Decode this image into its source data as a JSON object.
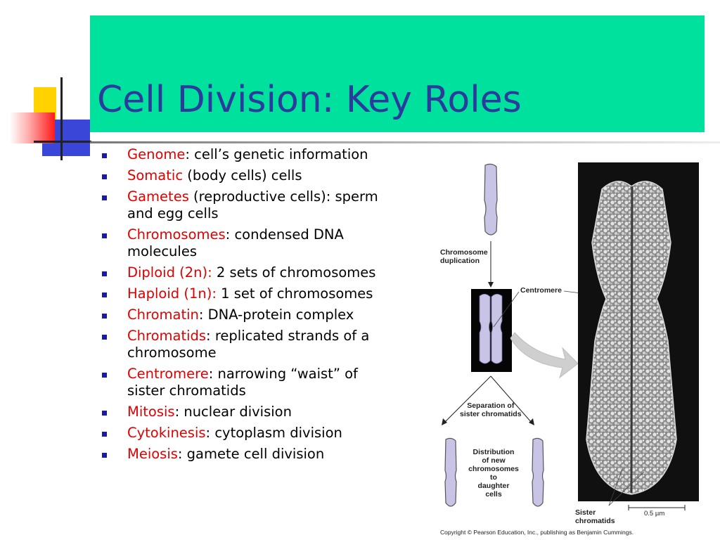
{
  "slide": {
    "title": "Cell Division:  Key Roles",
    "bullets": [
      {
        "term": "Genome",
        "rest": ":  cell’s genetic information"
      },
      {
        "term": "Somatic",
        "rest": " (body cells) cells"
      },
      {
        "term": "Gametes",
        "rest": " (reproductive cells): sperm and egg cells"
      },
      {
        "term": "Chromosomes",
        "rest": ": condensed DNA molecules"
      },
      {
        "term": "Diploid (2n):",
        "rest": " 2 sets of chromosomes"
      },
      {
        "term": "Haploid (1n):",
        "rest": " 1 set of chromosomes"
      },
      {
        "term": "Chromatin",
        "rest": ": DNA-protein complex"
      },
      {
        "term": "Chromatids",
        "rest": ":  replicated strands of a chromosome"
      },
      {
        "term": "Centromere",
        "rest": ":  narrowing “waist” of sister chromatids"
      },
      {
        "term": "Mitosis",
        "rest": ":  nuclear division"
      },
      {
        "term": "Cytokinesis",
        "rest": ":  cytoplasm division"
      },
      {
        "term": "Meiosis",
        "rest": ":  gamete cell division"
      }
    ]
  },
  "figure": {
    "label_duplication_1": "Chromosome",
    "label_duplication_2": "duplication",
    "label_centromere": "Centromere",
    "label_separation_1": "Separation of",
    "label_separation_2": "sister chromatids",
    "label_distribution": [
      "Distribution",
      "of new",
      "chromosomes",
      "to",
      "daughter",
      "cells"
    ],
    "label_sister_1": "Sister",
    "label_sister_2": "chromatids",
    "scale_label": "0.5 µm",
    "copyright": "Copyright © Pearson Education, Inc., publishing as Benjamin Cummings."
  },
  "colors": {
    "title_band": "#00e19e",
    "title_text": "#2c3a9c",
    "term_text": "#e00000",
    "bullet_marker": "#1a1aa8",
    "chromosome_fill": "#c8c4e6"
  }
}
